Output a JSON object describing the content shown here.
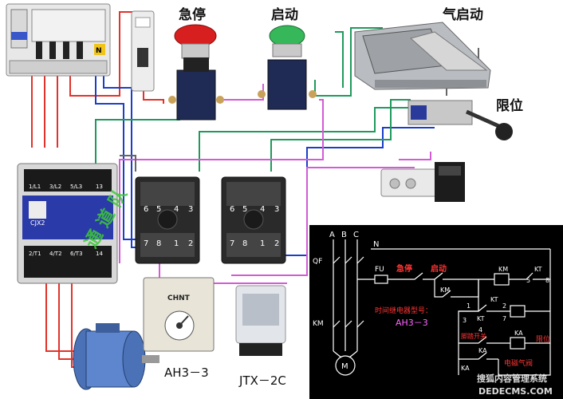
{
  "labels": {
    "emergency_stop": "急停",
    "start": "启动",
    "pneumatic_start": "气启动",
    "limit": "限位",
    "timer_model": "AH3－3",
    "relay_model": "JTX－2C",
    "watermark_overlay": "通 道 队"
  },
  "devices": {
    "contactor_brand": "CJX2",
    "timer_brand": "CHNT",
    "contactor_terminals": [
      "1/L1",
      "3/L2",
      "5/L3",
      "13"
    ],
    "contactor_bottom_terminals": [
      "2/T1",
      "4/T2",
      "6/T3",
      "14"
    ],
    "socket_left_top_pins": [
      "6",
      "5",
      "4",
      "3"
    ],
    "socket_left_bottom_pins": [
      "7",
      "8",
      "1",
      "2"
    ],
    "socket_right_top_pins": [
      "6",
      "5",
      "4",
      "3"
    ],
    "socket_right_bottom_pins": [
      "7",
      "8",
      "1",
      "2"
    ]
  },
  "schematic": {
    "phases": [
      "A",
      "B",
      "C"
    ],
    "neutral": "N",
    "qf": "QF",
    "km_main": "KM",
    "fuse": "FU",
    "emergency_stop": "急停",
    "start": "启动",
    "km_aux": "KM",
    "km_coil": "KM",
    "kt_contact_top": "KT",
    "kt_contact_num5": "5",
    "kt_contact_num8": "8",
    "timer_note": "时间继电器型号：",
    "timer_model": "AH3－3",
    "kt_coil": "KT",
    "kt_num2": "2",
    "kt_num7": "7",
    "kt_contact_mid": "KT",
    "num1": "1",
    "num3": "3",
    "num4": "4",
    "ka_contact": "KA",
    "ka_coil": "KA",
    "limit": "限位",
    "pneumatic_switch": "脚踏开关",
    "ka_contact_2": "KA",
    "solenoid_valve": "电磁气阀",
    "motor": "M"
  },
  "watermark": {
    "line1": "搜狐内容管理系统",
    "line2": "DEDECMS.COM"
  },
  "colors": {
    "wire_red": "#e0332b",
    "wire_blue": "#1b3ec8",
    "wire_green": "#1f9a5c",
    "wire_magenta": "#d25bd6",
    "schematic_bg": "#000000",
    "schematic_red": "#ff3333",
    "schematic_magenta": "#ff66ff"
  }
}
